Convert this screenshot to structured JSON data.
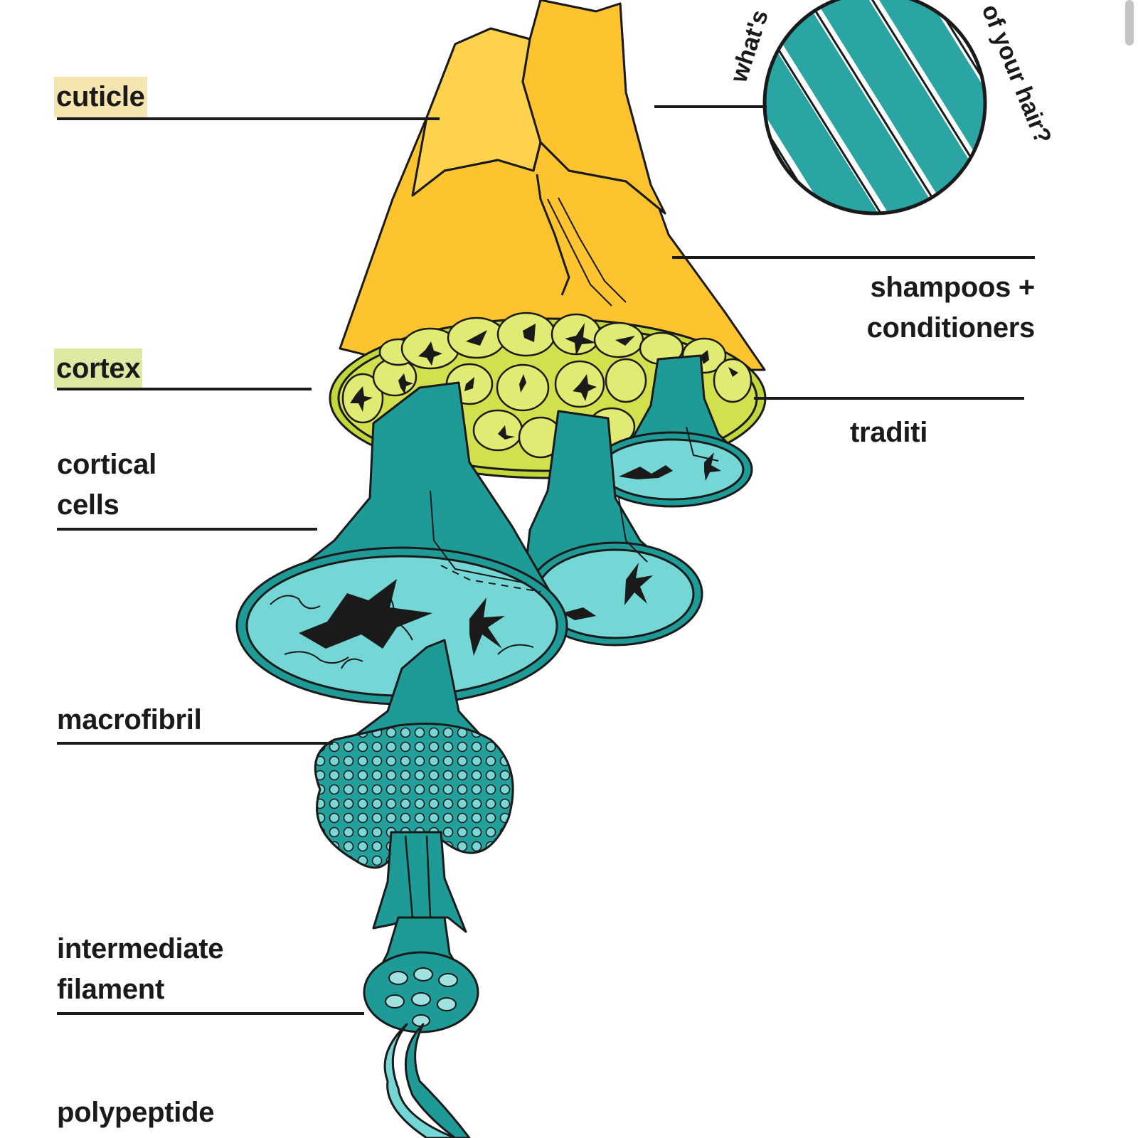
{
  "labels": {
    "cuticle": "cuticle",
    "cortex": "cortex",
    "cortical_cells": [
      "cortical",
      "cells"
    ],
    "macrofibril": "macrofibril",
    "intermediate_filament": [
      "intermediate",
      "filament"
    ],
    "polypeptide": "polypeptide",
    "shampoos": [
      "shampoos +",
      "conditioners"
    ],
    "traditi": "traditi"
  },
  "circle_caption": {
    "left": "what's",
    "right": "of your hair?"
  },
  "colors": {
    "cuticle": "#fec42f",
    "cortex": "#c3d63a",
    "cortex_cell": "#d6e254",
    "teal_dark": "#1f9b97",
    "teal_light": "#74d6d5",
    "highlight_cuticle": "#f5e5b0",
    "highlight_cortex": "#dbe9a2",
    "ink": "#1a1a1a"
  }
}
